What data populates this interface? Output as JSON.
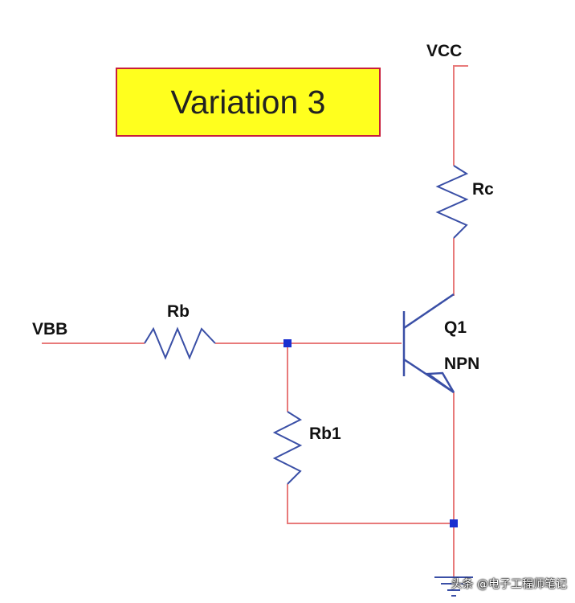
{
  "title": "Variation 3",
  "labels": {
    "vcc": "VCC",
    "vbb": "VBB",
    "rc": "Rc",
    "rb": "Rb",
    "rb1": "Rb1",
    "q1": "Q1",
    "npn": "NPN"
  },
  "watermark": "头条 @电子工程师笔记",
  "colors": {
    "wire": "#e87a7a",
    "component": "#3a4fa6",
    "junction": "#1a2fd0",
    "banner_fill": "#ffff1e",
    "banner_border": "#c81e3c"
  }
}
